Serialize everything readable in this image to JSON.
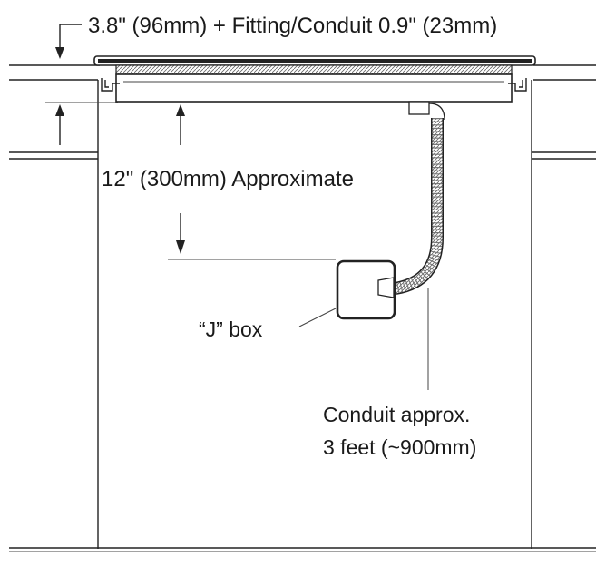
{
  "labels": {
    "cooktop_height": "3.8\" (96mm) + Fitting/Conduit 0.9\" (23mm)",
    "jbox_distance": "12\" (300mm) Approximate",
    "jbox": "“J” box",
    "conduit_line1": "Conduit approx.",
    "conduit_line2": "3 feet (~900mm)"
  }
}
